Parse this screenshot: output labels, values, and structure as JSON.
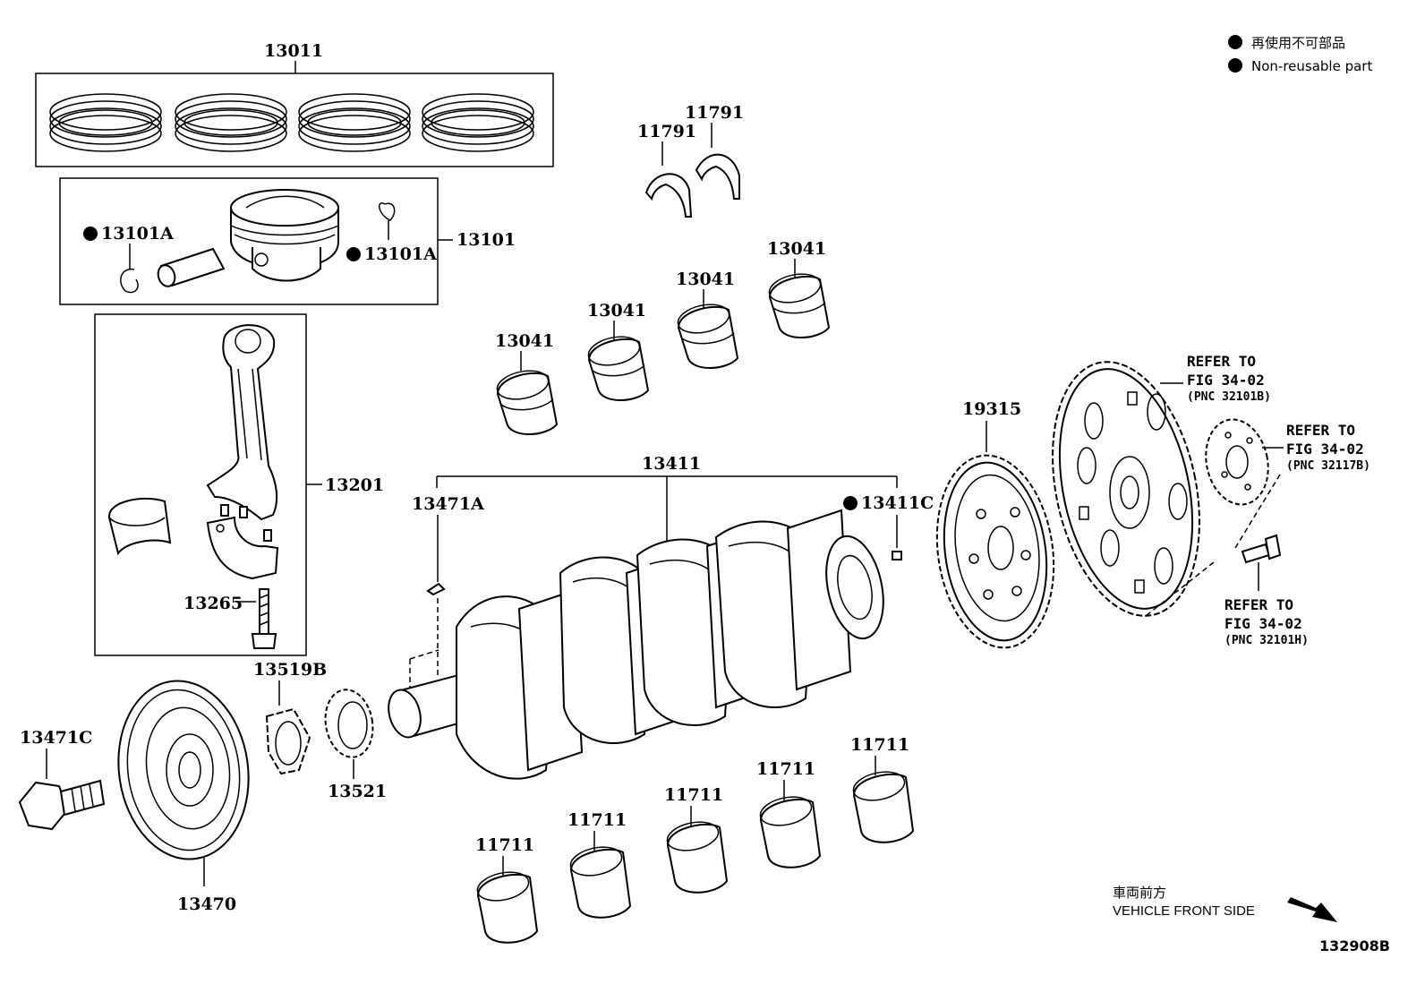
{
  "legend": {
    "line_jp": "再使用不可部品",
    "line_en": "Non-reusable part",
    "dot_color": "#000000"
  },
  "parts": {
    "ring_set": "13011",
    "piston_group": "13101",
    "snap_ring_left": "13101A",
    "snap_ring_right": "13101A",
    "thrust_washer_a": "11791",
    "thrust_washer_b": "11791",
    "crank_bearing_1": "13041",
    "crank_bearing_2": "13041",
    "crank_bearing_3": "13041",
    "crank_bearing_4": "13041",
    "connecting_rod": "13201",
    "rod_bolt": "13265",
    "crankshaft": "13411",
    "crank_key_left": "13471A",
    "crank_pin": "13411C",
    "timing_rotor": "19315",
    "crank_sensor_plate": "13519B",
    "crank_gear": "13521",
    "pulley_bolt": "13471C",
    "crank_pulley": "13470",
    "main_bearing_1": "11711",
    "main_bearing_2": "11711",
    "main_bearing_3": "11711",
    "main_bearing_4": "11711",
    "main_bearing_5": "11711"
  },
  "references": {
    "flywheel": {
      "l1": "REFER TO",
      "l2": "FIG 34-02",
      "l3": "(PNC 32101B)"
    },
    "plate": {
      "l1": "REFER TO",
      "l2": "FIG 34-02",
      "l3": "(PNC 32117B)"
    },
    "bolt": {
      "l1": "REFER TO",
      "l2": "FIG 34-02",
      "l3": "(PNC 32101H)"
    }
  },
  "direction": {
    "jp": "車両前方",
    "en": "VEHICLE FRONT SIDE"
  },
  "figure_code": "132908B"
}
